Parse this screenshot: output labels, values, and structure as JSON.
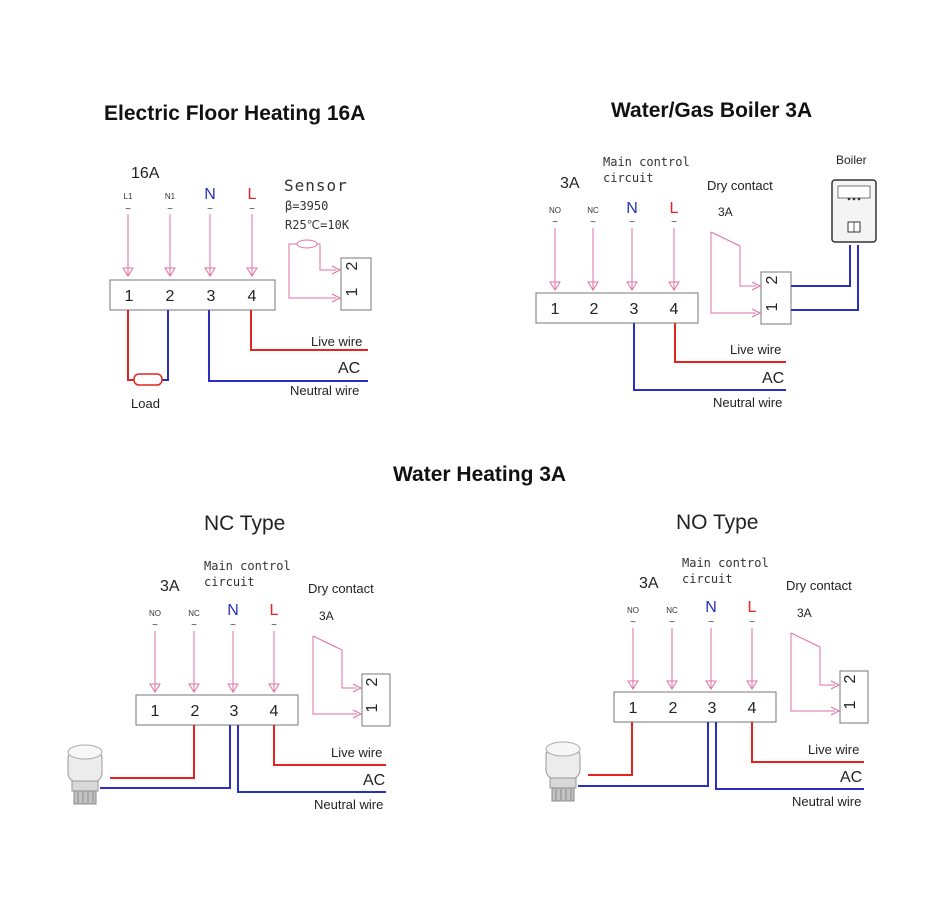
{
  "titles": {
    "floor": "Electric Floor Heating 16A",
    "boiler": "Water/Gas Boiler 3A",
    "water": "Water Heating 3A",
    "nc": "NC Type",
    "no": "NO Type"
  },
  "floor": {
    "rating": "16A",
    "terminals": [
      "L1",
      "N1",
      "N",
      "L"
    ],
    "numbers": [
      "1",
      "2",
      "3",
      "4"
    ],
    "sensor_title": "Sensor",
    "sensor_beta": "β=3950",
    "sensor_r": "R25℃=10K",
    "sensor_pins": [
      "2",
      "1"
    ],
    "live": "Live wire",
    "ac": "AC",
    "neutral": "Neutral wire",
    "load": "Load"
  },
  "boiler": {
    "rating": "3A",
    "main_control": [
      "Main control",
      "circuit"
    ],
    "terminals": [
      "NO",
      "NC",
      "N",
      "L"
    ],
    "numbers": [
      "1",
      "2",
      "3",
      "4"
    ],
    "dry_contact": "Dry contact",
    "dry_rating": "3A",
    "pins": [
      "2",
      "1"
    ],
    "boiler_label": "Boiler",
    "live": "Live wire",
    "ac": "AC",
    "neutral": "Neutral wire"
  },
  "nc": {
    "rating": "3A",
    "main_control": [
      "Main control",
      "circuit"
    ],
    "terminals": [
      "NO",
      "NC",
      "N",
      "L"
    ],
    "numbers": [
      "1",
      "2",
      "3",
      "4"
    ],
    "dry_contact": "Dry contact",
    "dry_rating": "3A",
    "pins": [
      "2",
      "1"
    ],
    "live": "Live wire",
    "ac": "AC",
    "neutral": "Neutral wire"
  },
  "no": {
    "rating": "3A",
    "main_control": [
      "Main control",
      "circuit"
    ],
    "terminals": [
      "NO",
      "NC",
      "N",
      "L"
    ],
    "numbers": [
      "1",
      "2",
      "3",
      "4"
    ],
    "dry_contact": "Dry contact",
    "dry_rating": "3A",
    "pins": [
      "2",
      "1"
    ],
    "live": "Live wire",
    "ac": "AC",
    "neutral": "Neutral wire"
  },
  "colors": {
    "live": "#e52420",
    "neutral": "#2a2fc0",
    "signal": "#e26fa6"
  }
}
